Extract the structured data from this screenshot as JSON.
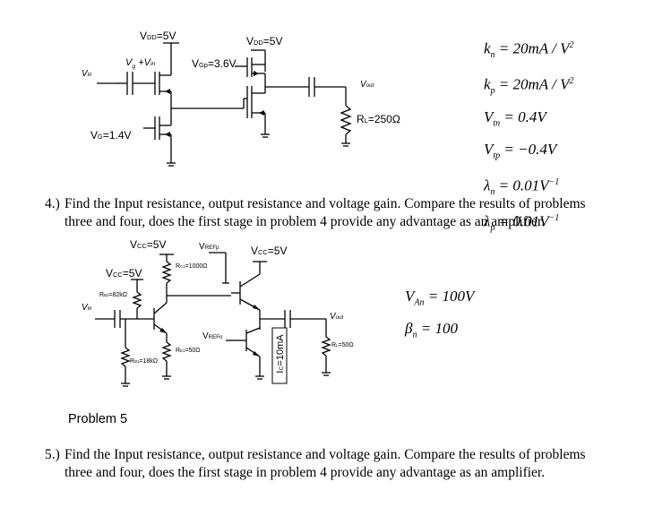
{
  "circuit1": {
    "vdd_left": "V",
    "vdd_left_sub": "DD",
    "vdd_left_val": "=5V",
    "vdd_right": "V",
    "vdd_right_sub": "DD",
    "vdd_right_val": "=5V",
    "vg_vin": "V",
    "vg_vin_sub": "g",
    "vg_vin_rest": " +V",
    "vg_vin_rest_sub": "in",
    "vgp": "V",
    "vgp_sub": "Gp",
    "vgp_val": "=3.6V",
    "vin": "V",
    "vin_sub": "in",
    "vg": "V",
    "vg_sub": "G",
    "vg_val": "=1.4V",
    "vout": "V",
    "vout_sub": "out",
    "rl": "R",
    "rl_sub": "L",
    "rl_val": "=250Ω"
  },
  "params1": {
    "kn_sym": "k",
    "kn_sub": "n",
    "kn_val": " = 20mA / V",
    "kn_exp": "2",
    "kp_sym": "k",
    "kp_sub": "p",
    "kp_val": " = 20mA / V",
    "kp_exp": "2",
    "vtn_sym": "V",
    "vtn_sub": "tn",
    "vtn_val": " = 0.4V",
    "vtp_sym": "V",
    "vtp_sub": "tp",
    "vtp_val": " = −0.4V",
    "ln_sym": "λ",
    "ln_sub": "n",
    "ln_val": " = 0.01V",
    "ln_exp": "−1",
    "lp_sym": "λ",
    "lp_sub": "p",
    "lp_val": " = 0.01V",
    "lp_exp": "−1"
  },
  "problem4": {
    "number": "4.)",
    "line1": "Find the Input resistance, output resistance and voltage gain.  Compare the results of problems",
    "line2": "three and four, does the first stage in problem 4 provide any advantage as an amplifier."
  },
  "circuit2": {
    "vcc_top": "V",
    "vcc_top_sub": "CC",
    "vcc_top_val": "=5V",
    "vrefp": "V",
    "vrefp_sub": "REFp",
    "vcc_right": "V",
    "vcc_right_sub": "CC",
    "vcc_right_val": "=5V",
    "vcc_left": "V",
    "vcc_left_sub": "CC",
    "vcc_left_val": "=5V",
    "rc1": "R",
    "rc1_sub": "C1",
    "rc1_val": "=1000Ω",
    "rb2": "R",
    "rb2_sub": "B2",
    "rb2_val": "=82kΩ",
    "vin": "V",
    "vin_sub": "in",
    "vrefn": "V",
    "vrefn_sub": "REFn",
    "re1": "R",
    "re1_sub": "E1",
    "re1_val": "=50Ω",
    "rb1": "R",
    "rb1_sub": "B1",
    "rb1_val": "=18kΩ",
    "ic": "I",
    "ic_sub": "C",
    "ic_val": "=10mA",
    "vout": "V",
    "vout_sub": "out",
    "rl": "R",
    "rl_sub": "L",
    "rl_val": "=50Ω"
  },
  "params2": {
    "van_sym": "V",
    "van_sub": "An",
    "van_val": " = 100V",
    "bn_sym": "β",
    "bn_sub": "n",
    "bn_val": " = 100"
  },
  "problem5_heading": "Problem 5",
  "problem5": {
    "number": "5.)",
    "line1": "Find the Input resistance, output resistance and voltage gain.  Compare the results of problems",
    "line2": "three and four, does the first stage in problem 4 provide any advantage as an amplifier."
  }
}
